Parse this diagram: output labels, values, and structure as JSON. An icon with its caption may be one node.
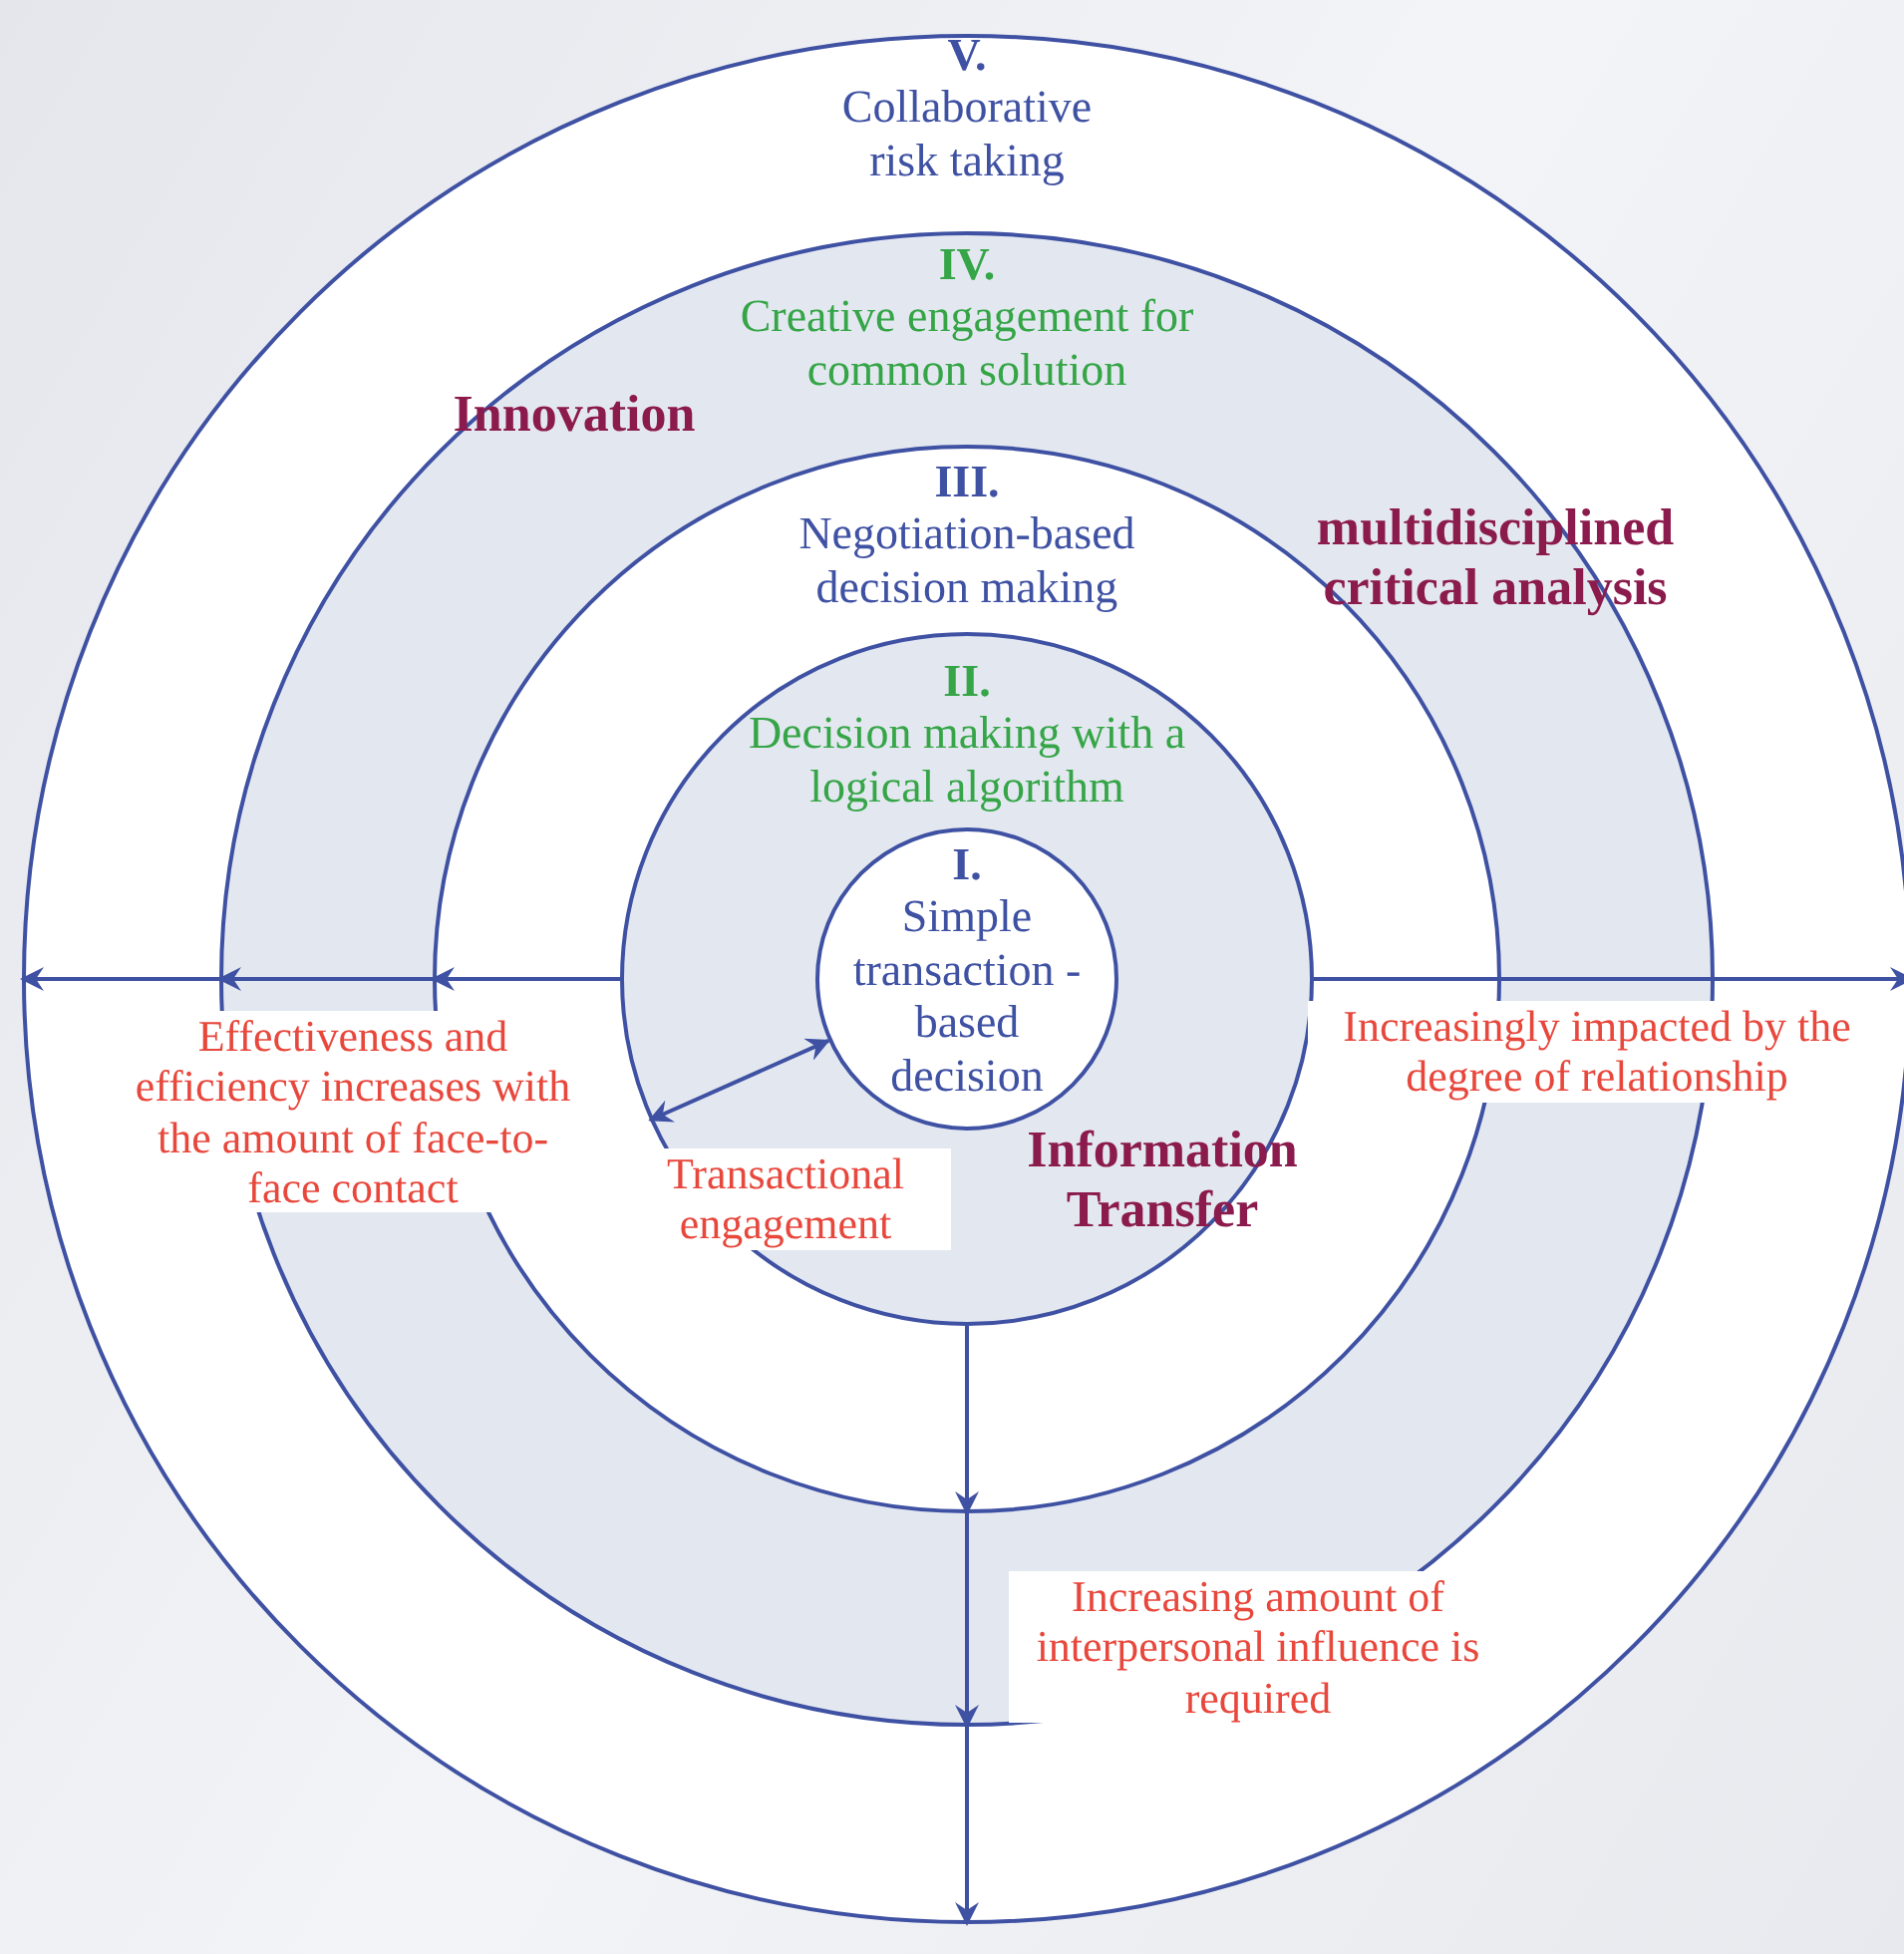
{
  "diagram": {
    "nodes": [
      {
        "text": [
          "V.",
          "Collaborative risk taking"
        ]
      },
      {
        "text": [
          "IV.",
          "Creative engagement for common solution"
        ],
        "in": 0
      },
      {
        "text": [
          "III.",
          "Negotiation-based decision making"
        ],
        "in": 1
      },
      {
        "text": [
          "II.",
          "Decision making with a logical algorithm"
        ],
        "in": 2
      },
      {
        "text": [
          "I.",
          "Simple transaction -based decision"
        ],
        "in": 3
      }
    ],
    "edges": [
      {
        "from": 3,
        "to": 2,
        "arrow": "to"
      },
      {
        "from": 2,
        "to": 1,
        "arrow": "to"
      },
      {
        "from": 1,
        "to": 0,
        "arrow": "to"
      },
      {
        "from": 3,
        "to": 0,
        "arrow": "to"
      },
      {
        "from": 3,
        "to": 2,
        "arrow": "to"
      },
      {
        "from": 2,
        "to": 1,
        "arrow": "to"
      },
      {
        "from": 1,
        "to": 0,
        "arrow": "to"
      },
      {
        "from": 4,
        "to": 3,
        "arrow": "both"
      }
    ],
    "labels": [
      "Innovation",
      "multidisciplined critical analysis",
      "Effectiveness and efficiency increases with the amount of face-to-face contact",
      "Increasingly impacted by the degree of relationship",
      "Transactional engagement",
      "Information Transfer",
      "Increasing amount of interpersonal influence is required"
    ]
  }
}
